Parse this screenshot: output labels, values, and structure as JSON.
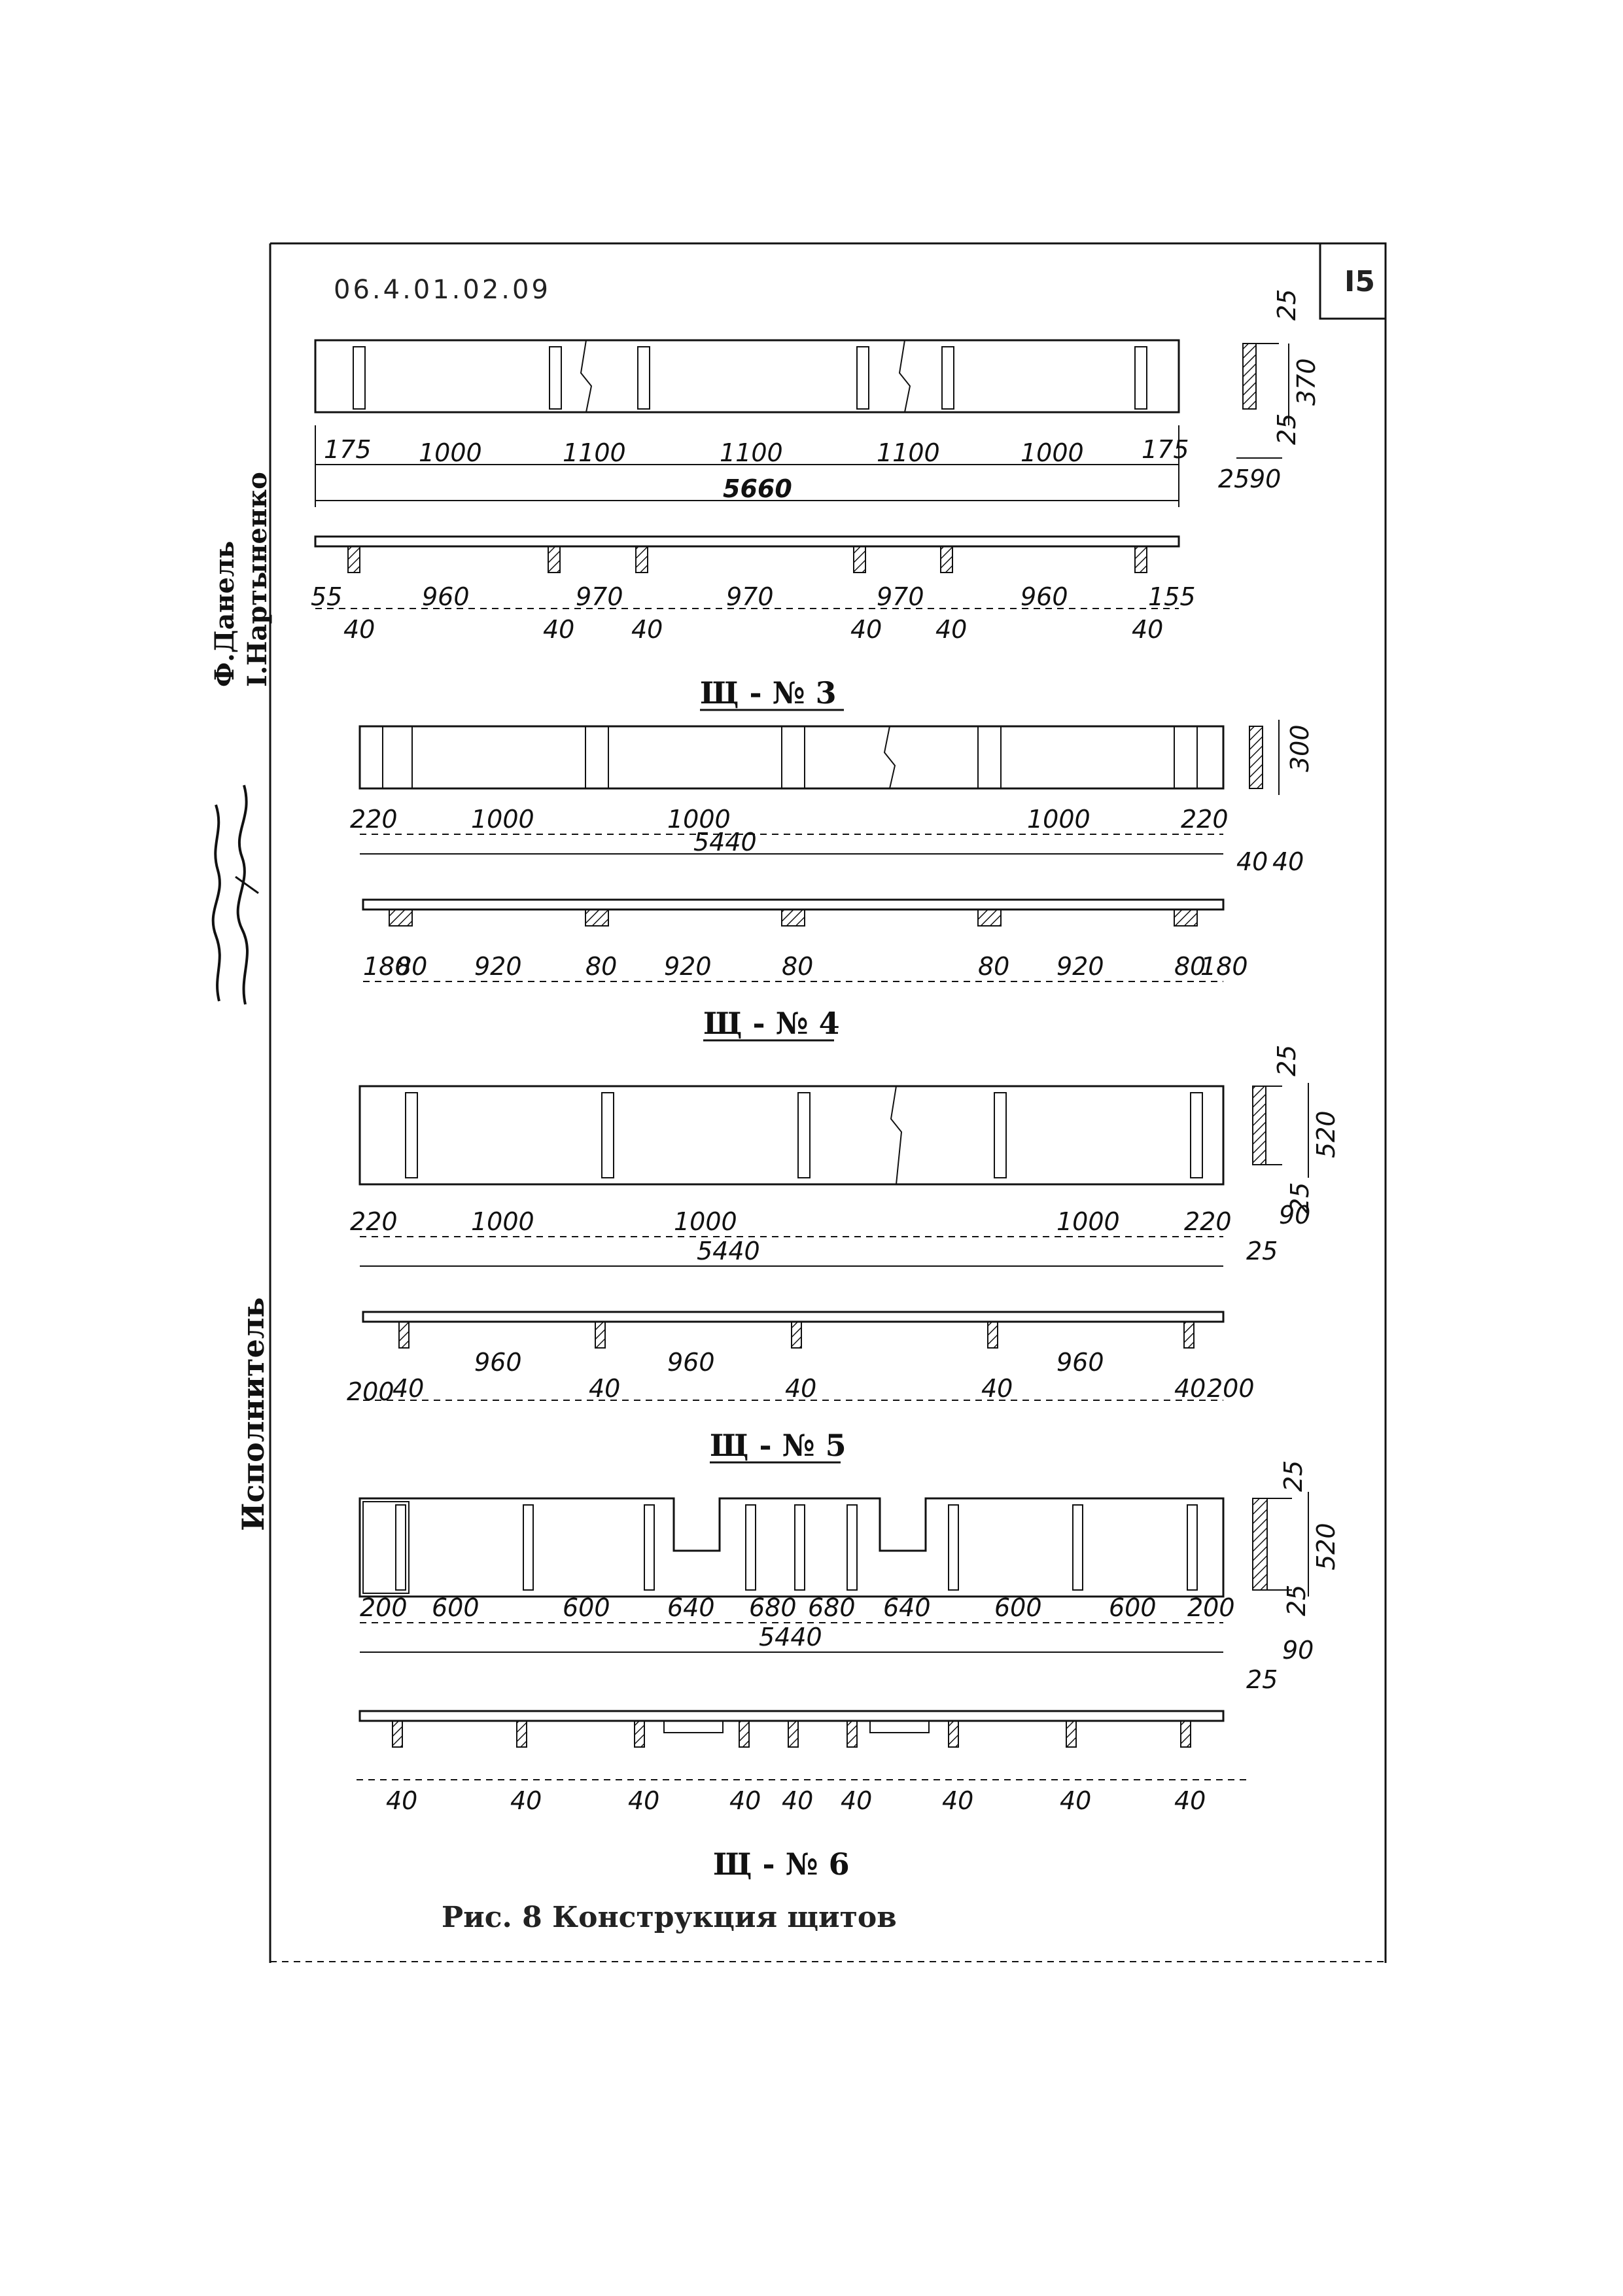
{
  "header": {
    "doc_code": "06.4.01.02.09",
    "page_number": "I5"
  },
  "side_text": {
    "authors_line1": "Ф.Данель",
    "authors_line2": "I.Нартыненко",
    "role_label": "Исполнитель"
  },
  "panels": [
    {
      "label": "Щ - № 3",
      "front_dims": [
        "175",
        "1000",
        "1100",
        "1100",
        "1100",
        "1000",
        "175"
      ],
      "front_total": "5660",
      "top_dims": [
        "55",
        "960",
        "970",
        "970",
        "970",
        "960",
        "155"
      ],
      "post_width": "40",
      "section_dims": [
        "25",
        "370",
        "25",
        "25",
        "90"
      ]
    },
    {
      "label": "Щ - № 4",
      "front_dims": [
        "220",
        "1000",
        "1000",
        "1000",
        "220"
      ],
      "front_total": "5440",
      "top_dims": [
        "180",
        "80",
        "920",
        "80",
        "920",
        "80",
        "80",
        "920",
        "80",
        "180"
      ],
      "section_dims": [
        "300",
        "40",
        "40"
      ]
    },
    {
      "label": "Щ - № 5",
      "front_dims": [
        "220",
        "1000",
        "1000",
        "1000",
        "220"
      ],
      "front_total": "5440",
      "top_dims": [
        "200",
        "40",
        "960",
        "40",
        "960",
        "40",
        "40",
        "960",
        "40",
        "200"
      ],
      "section_dims": [
        "25",
        "520",
        "90",
        "25",
        "25"
      ]
    },
    {
      "label": "Щ - № 6",
      "front_dims": [
        "200",
        "600",
        "600",
        "640",
        "680",
        "680",
        "640",
        "600",
        "600",
        "200"
      ],
      "front_total": "5440",
      "post_width": "40",
      "section_dims": [
        "25",
        "520",
        "25",
        "90",
        "25"
      ]
    }
  ],
  "caption": "Рис. 8 Конструкция щитов"
}
